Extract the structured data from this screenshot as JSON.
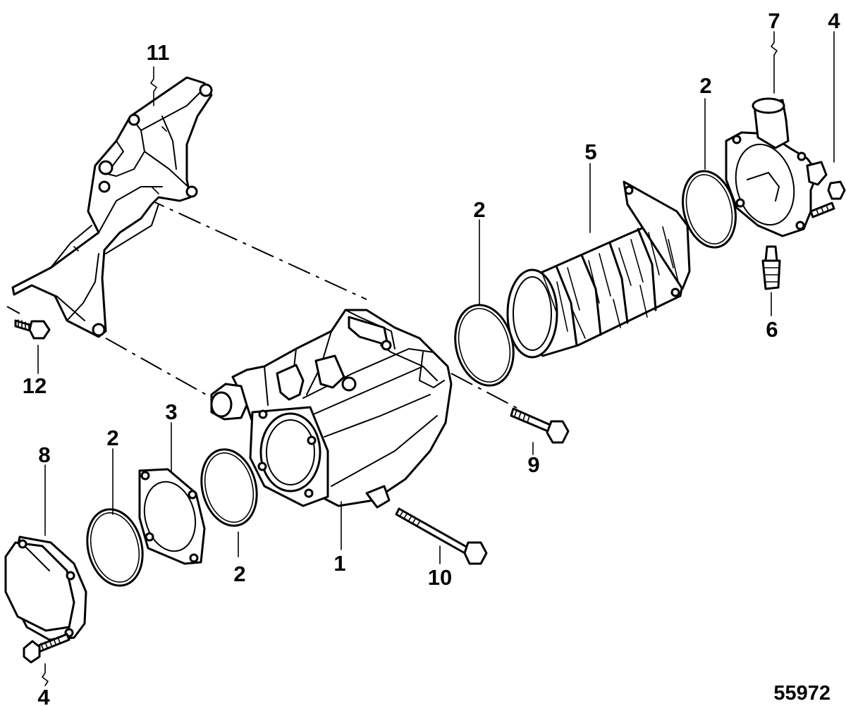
{
  "figure_number": "55972",
  "callouts": {
    "c1": "1",
    "c2_top_right": "2",
    "c2_middle": "2",
    "c2_left": "2",
    "c2_bottom": "2",
    "c3": "3",
    "c4_top_right": "4",
    "c4_bottom_left": "4",
    "c5": "5",
    "c6": "6",
    "c7": "7",
    "c8": "8",
    "c9": "9",
    "c10": "10",
    "c11": "11",
    "c12": "12"
  },
  "colors": {
    "line": "#000000",
    "background": "#ffffff"
  }
}
